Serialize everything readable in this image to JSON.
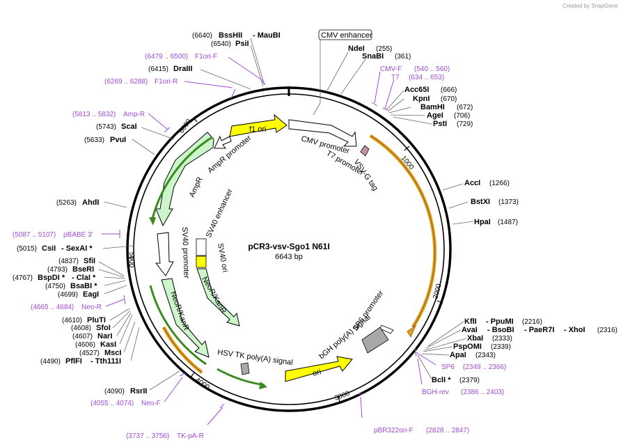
{
  "watermark": "Created by SnapGene",
  "plasmid": {
    "name": "pCR3-vsv-Sgo1 N61I",
    "size_label": "6643 bp"
  },
  "ticks": [
    "1000",
    "2000",
    "3000",
    "4000",
    "5000",
    "6000"
  ],
  "features": {
    "f1_ori": "f1 ori",
    "cmv_promoter": "CMV promoter",
    "t7_promoter": "T7 promoter",
    "vsvg_tag": "VSV-G tag",
    "sp6_promoter": "SP6 promoter",
    "bgh_polya": "bGH poly(A) signal",
    "ori": "ori",
    "hsv_polya": "HSV TK poly(A) signal",
    "neor_outer": "NeoR/KanR",
    "neor_inner": "NeoR/KanR",
    "sv40_ori": "SV40 ori",
    "sv40_enh": "SV40 enhancer",
    "sv40_prom": "SV40 promoter",
    "ampr": "AmpR",
    "ampr_prom": "AmpR promoter",
    "cmv_enhancer_box": "CMV enhancer"
  },
  "sites_right": [
    {
      "name": "NdeI",
      "pos": "(255)"
    },
    {
      "name": "SnaBI",
      "pos": "(361)"
    },
    {
      "name": "Acc65I",
      "pos": "(666)"
    },
    {
      "name": "KpnI",
      "pos": "(670)"
    },
    {
      "name": "BamHI",
      "pos": "(672)"
    },
    {
      "name": "AgeI",
      "pos": "(706)"
    },
    {
      "name": "PstI",
      "pos": "(729)"
    },
    {
      "name": "AccI",
      "pos": "(1266)"
    },
    {
      "name": "BstXI",
      "pos": "(1373)"
    },
    {
      "name": "HpaI",
      "pos": "(1487)"
    },
    {
      "name": "KflI",
      "pos": ""
    },
    {
      "name": "- PpuMI",
      "pos": "(2216)"
    },
    {
      "name": "AvaI",
      "pos": ""
    },
    {
      "name": "- BsoBI",
      "pos": ""
    },
    {
      "name": "- PaeR7I",
      "pos": ""
    },
    {
      "name": "- XhoI",
      "pos": "(2316)"
    },
    {
      "name": "XbaI",
      "pos": "(2333)"
    },
    {
      "name": "PspOMI",
      "pos": "(2339)"
    },
    {
      "name": "ApaI",
      "pos": "(2343)"
    },
    {
      "name": "BclI *",
      "pos": "(2379)"
    }
  ],
  "sites_left": [
    {
      "name": "BssHII",
      "pos": "(6640)"
    },
    {
      "name": "- MauBI",
      "pos": ""
    },
    {
      "name": "PsiI",
      "pos": "(6540)"
    },
    {
      "name": "DraIII",
      "pos": "(6415)"
    },
    {
      "name": "ScaI",
      "pos": "(5743)"
    },
    {
      "name": "PvuI",
      "pos": "(5633)"
    },
    {
      "name": "AhdI",
      "pos": "(5263)"
    },
    {
      "name": "CsiI",
      "pos": "(5015)"
    },
    {
      "name": "- SexAI *",
      "pos": ""
    },
    {
      "name": "SfiI",
      "pos": "(4837)"
    },
    {
      "name": "BseRI",
      "pos": "(4793)"
    },
    {
      "name": "BspDI *",
      "pos": "(4767)"
    },
    {
      "name": "- ClaI *",
      "pos": ""
    },
    {
      "name": "BsaBI *",
      "pos": "(4750)"
    },
    {
      "name": "EagI",
      "pos": "(4699)"
    },
    {
      "name": "PluTI",
      "pos": "(4610)"
    },
    {
      "name": "SfoI",
      "pos": "(4608)"
    },
    {
      "name": "NarI",
      "pos": "(4607)"
    },
    {
      "name": "KasI",
      "pos": "(4606)"
    },
    {
      "name": "MscI",
      "pos": "(4527)"
    },
    {
      "name": "PflFI",
      "pos": "(4490)"
    },
    {
      "name": "- Tth111I",
      "pos": ""
    },
    {
      "name": "RsrII",
      "pos": "(4090)"
    }
  ],
  "primers": [
    {
      "name": "F1ori-F",
      "pos": "(6479 .. 6500)"
    },
    {
      "name": "F1ori-R",
      "pos": "(6269 .. 6288)"
    },
    {
      "name": "Amp-R",
      "pos": "(5813 .. 5832)"
    },
    {
      "name": "pBABE 3'",
      "pos": "(5087 .. 5107)"
    },
    {
      "name": "Neo-R",
      "pos": "(4665 .. 4684)"
    },
    {
      "name": "Neo-F",
      "pos": "(4055 .. 4074)"
    },
    {
      "name": "TK-pA-R",
      "pos": "(3737 .. 3756)"
    },
    {
      "name": "pBR322ori-F",
      "pos": "(2828 .. 2847)"
    },
    {
      "name": "BGH-rev",
      "pos": "(2386 .. 2403)"
    },
    {
      "name": "SP6",
      "pos": "(2349 .. 2366)"
    },
    {
      "name": "CMV-F",
      "pos": "(540 .. 560)"
    },
    {
      "name": "T7",
      "pos": "(634 .. 653)"
    }
  ],
  "colors": {
    "backbone": "#000000",
    "primer": "#a04bd6",
    "promoter_fill": "#ffffff",
    "ampr_fill": "#ccf5cc",
    "ampr_edge": "#3a8a1f",
    "ori_fill": "#ffff00",
    "orange_arc": "#e8a020",
    "grey_box": "#a8a8a8",
    "tag_fill": "#c890a8"
  }
}
